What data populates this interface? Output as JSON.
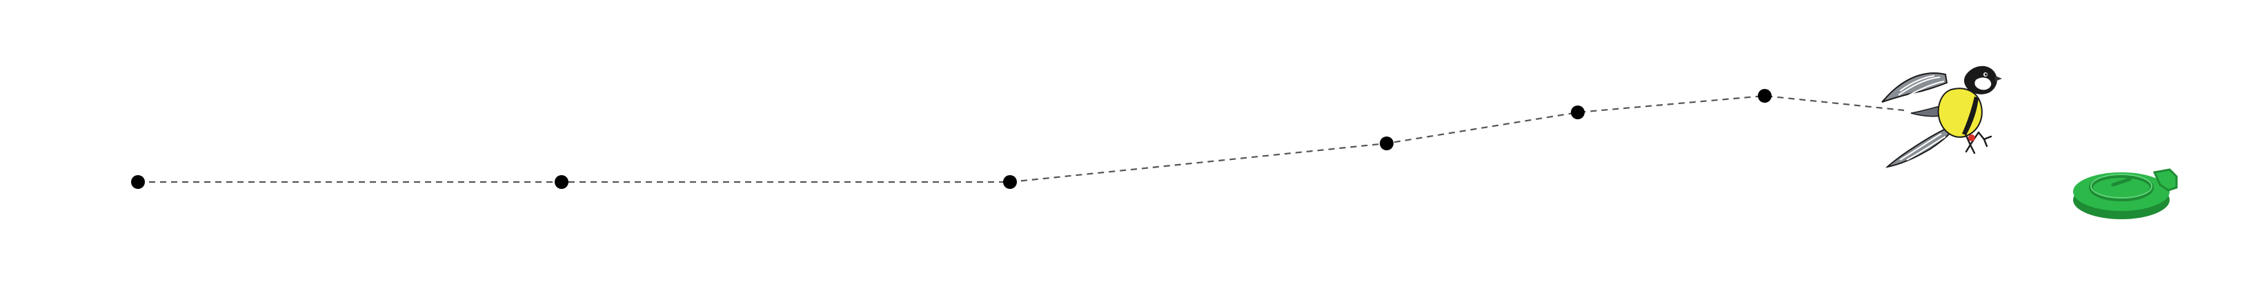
{
  "diagram": {
    "type": "flight-path",
    "colors": {
      "background": "#ffffff",
      "path": "#555555",
      "point": "#000000",
      "feeder": "#2db84a",
      "feeder_dark": "#1e8c34",
      "bird_yellow": "#f2ea3a",
      "bird_black": "#1a1a1a",
      "bird_grey": "#8a8f96",
      "bird_white": "#ffffff",
      "ring": "#d9302a"
    },
    "path_style": "dashed",
    "point_count": 7,
    "icons": {
      "bird": "great-tit-bird-icon",
      "feeder": "green-feeder-icon"
    }
  }
}
